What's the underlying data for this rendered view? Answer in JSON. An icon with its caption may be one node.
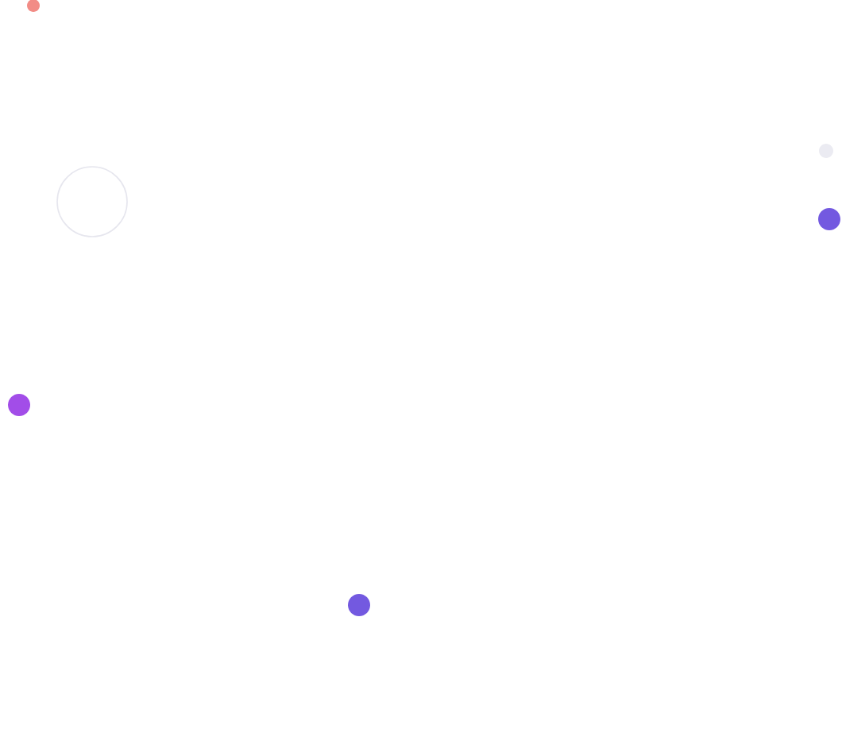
{
  "diagram": {
    "nodes": [
      {
        "text": [],
        "shape": "circle"
      },
      {
        "text": [],
        "shape": "circle"
      },
      {
        "text": [],
        "shape": "circle"
      },
      {
        "text": [],
        "shape": "circle"
      },
      {
        "text": [],
        "shape": "circle"
      },
      {
        "text": [],
        "shape": "circle"
      }
    ]
  }
}
